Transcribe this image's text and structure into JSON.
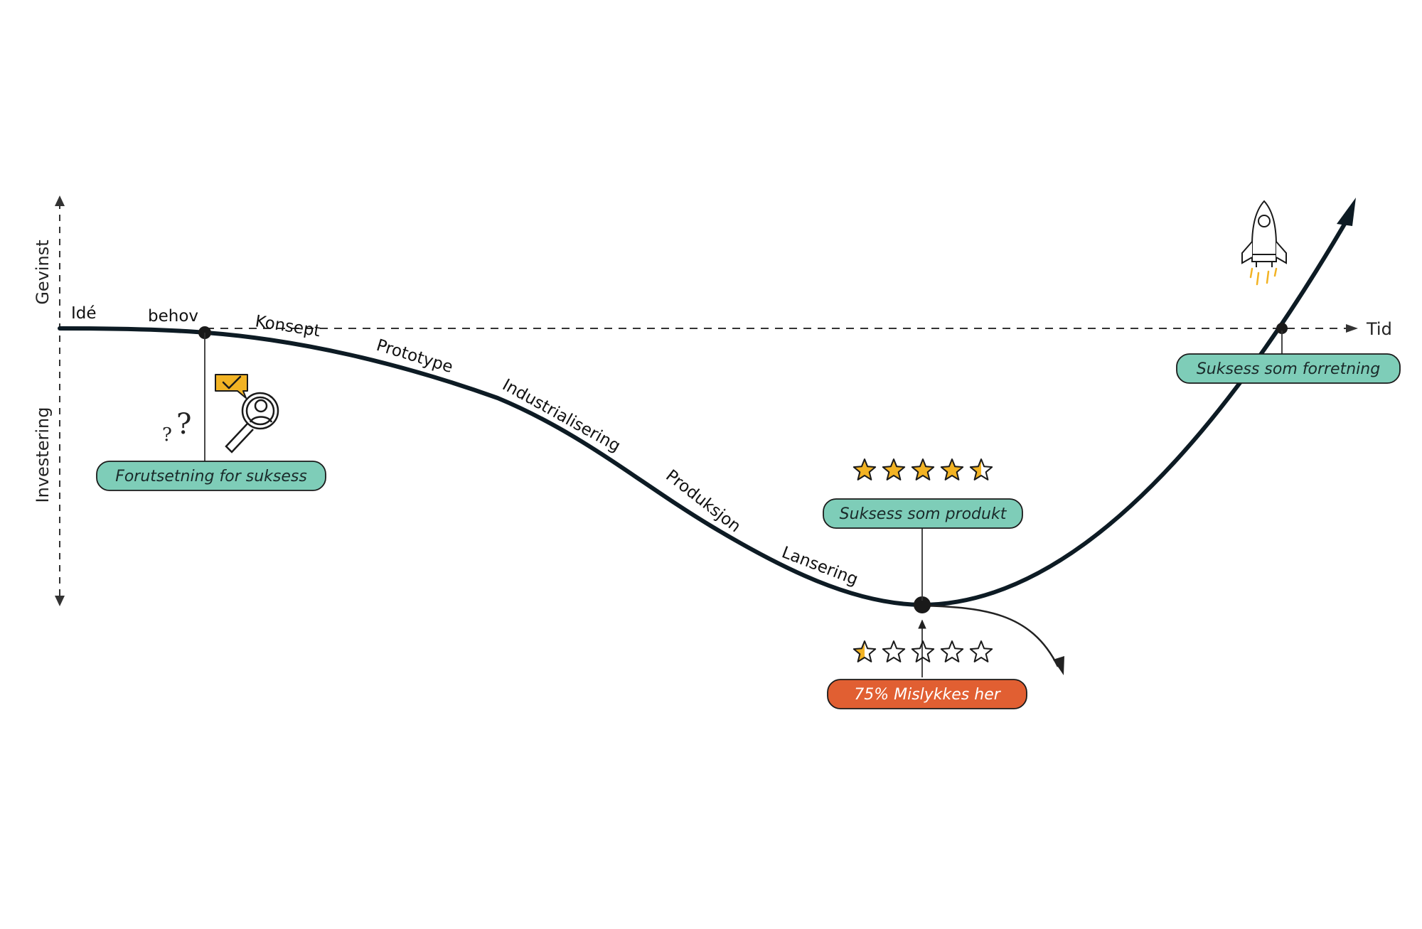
{
  "axes": {
    "y_top_label": "Gevinst",
    "y_bottom_label": "Investering",
    "x_label": "Tid"
  },
  "stages": [
    "Idé",
    "behov",
    "Konsept",
    "Prototype",
    "Industrialisering",
    "Produksjon",
    "Lansering"
  ],
  "callouts": {
    "prerequisite": "Forutsetning for suksess",
    "product_success": "Suksess som produkt",
    "business_success": "Suksess som forretning",
    "failure": "75% Mislykkes her"
  },
  "ratings": {
    "success_stars": 4.5,
    "failure_stars": 0.5,
    "max_stars": 5
  },
  "colors": {
    "curve": "#0d1b24",
    "pill_green": "#7ecdb8",
    "pill_red": "#e15f32",
    "star_fill": "#f2b324",
    "icon_yellow": "#f2b324"
  },
  "icons": [
    "question-marks-icon",
    "magnifier-person-icon",
    "checkmark-bubble-icon",
    "rocket-icon",
    "star-icon"
  ]
}
